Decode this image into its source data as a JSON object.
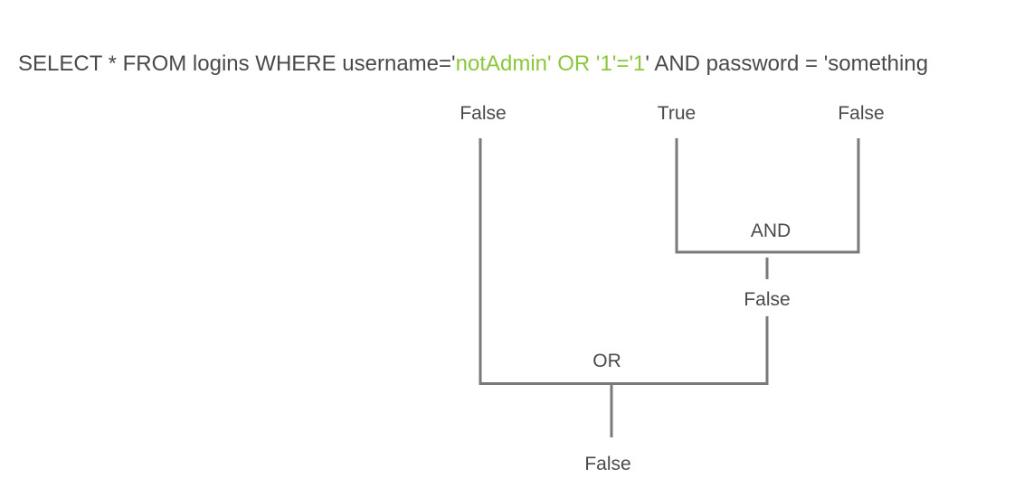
{
  "query": {
    "prefix": "SELECT * FROM logins WHERE username='",
    "injected": "notAdmin' OR '1'='1",
    "suffix": "' AND password = 'something"
  },
  "colors": {
    "text": "#4a4a4a",
    "injected": "#8cc63f",
    "lines": "#7a7a7a"
  },
  "tree": {
    "leaf_username": "False",
    "leaf_or_condition": "True",
    "leaf_password": "False",
    "and_operator": "AND",
    "and_result": "False",
    "or_operator": "OR",
    "or_result": "False"
  }
}
